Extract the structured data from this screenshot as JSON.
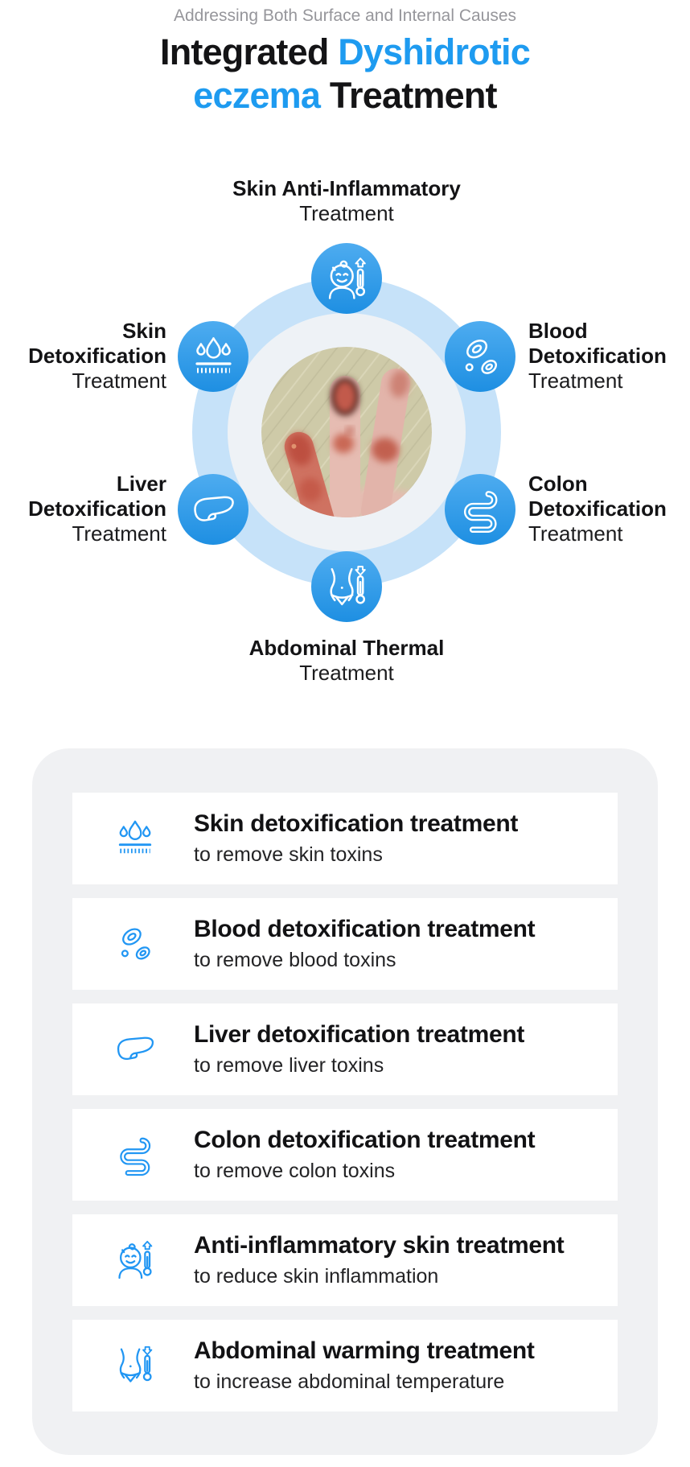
{
  "header": {
    "subtitle": "Addressing Both Surface and Internal Causes",
    "title": {
      "line1_black": "Integrated",
      "line1_blue": "Dyshidrotic",
      "line2_blue": "eczema",
      "line2_black": "Treatment"
    }
  },
  "colors": {
    "accent_blue": "#1e9bf0",
    "node_blue_top": "#4eacf0",
    "node_blue_bottom": "#1e8fe2",
    "ring_light_blue": "#c6e2f9",
    "ring_inner_gray": "#eef2f6",
    "panel_gray": "#f0f1f3",
    "card_icon_blue": "#2196f3"
  },
  "diagram": {
    "center_image": "photo of hand with dyshidrotic eczema on fingers",
    "top": {
      "bold": "Skin Anti-Inflammatory",
      "regular": "Treatment",
      "icon": "baby-thermometer-up-icon"
    },
    "left_top": {
      "bold1": "Skin",
      "bold2": "Detoxification",
      "regular": "Treatment",
      "icon": "skin-drops-icon"
    },
    "right_top": {
      "bold1": "Blood",
      "bold2": "Detoxification",
      "regular": "Treatment",
      "icon": "blood-cells-icon"
    },
    "left_bottom": {
      "bold1": "Liver",
      "bold2": "Detoxification",
      "regular": "Treatment",
      "icon": "liver-icon"
    },
    "right_bottom": {
      "bold1": "Colon",
      "bold2": "Detoxification",
      "regular": "Treatment",
      "icon": "colon-icon"
    },
    "bottom": {
      "bold": "Abdominal Thermal",
      "regular": "Treatment",
      "icon": "abdomen-thermometer-down-icon"
    }
  },
  "cards": [
    {
      "icon": "skin-drops-icon",
      "title": "Skin detoxification treatment",
      "subtitle": "to remove skin toxins"
    },
    {
      "icon": "blood-cells-icon",
      "title": "Blood detoxification treatment",
      "subtitle": "to remove blood toxins"
    },
    {
      "icon": "liver-icon",
      "title": "Liver detoxification treatment",
      "subtitle": "to remove liver toxins"
    },
    {
      "icon": "colon-icon",
      "title": "Colon detoxification treatment",
      "subtitle": "to remove colon toxins"
    },
    {
      "icon": "baby-thermometer-up-icon",
      "title": "Anti-inflammatory skin treatment",
      "subtitle": "to reduce skin inflammation"
    },
    {
      "icon": "abdomen-thermometer-down-icon",
      "title": "Abdominal warming treatment",
      "subtitle": "to increase abdominal temperature"
    }
  ]
}
